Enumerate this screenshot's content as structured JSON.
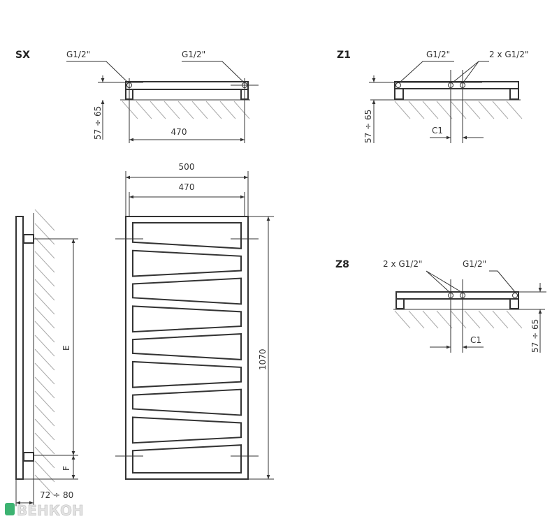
{
  "views": {
    "sx": {
      "title": "SX",
      "conn_left": "G1/2\"",
      "conn_right": "G1/2\"",
      "height_dim": "57 ÷ 65",
      "width_dim": "470"
    },
    "z1": {
      "title": "Z1",
      "conn_left": "G1/2\"",
      "conn_right": "2 x G1/2\"",
      "height_dim": "57 ÷ 65",
      "offset_dim": "C1"
    },
    "z8": {
      "title": "Z8",
      "conn_left": "2 x G1/2\"",
      "conn_right": "G1/2\"",
      "height_dim": "57 ÷ 65",
      "offset_dim": "C1"
    },
    "side": {
      "dim_e": "E",
      "dim_f": "F",
      "depth_dim": "72 ÷ 80"
    },
    "front": {
      "width_outer": "500",
      "width_inner": "470",
      "height": "1070",
      "element_count": 9
    }
  },
  "logo": {
    "text": "ВЕНКОН",
    "color": "#3cb371"
  }
}
